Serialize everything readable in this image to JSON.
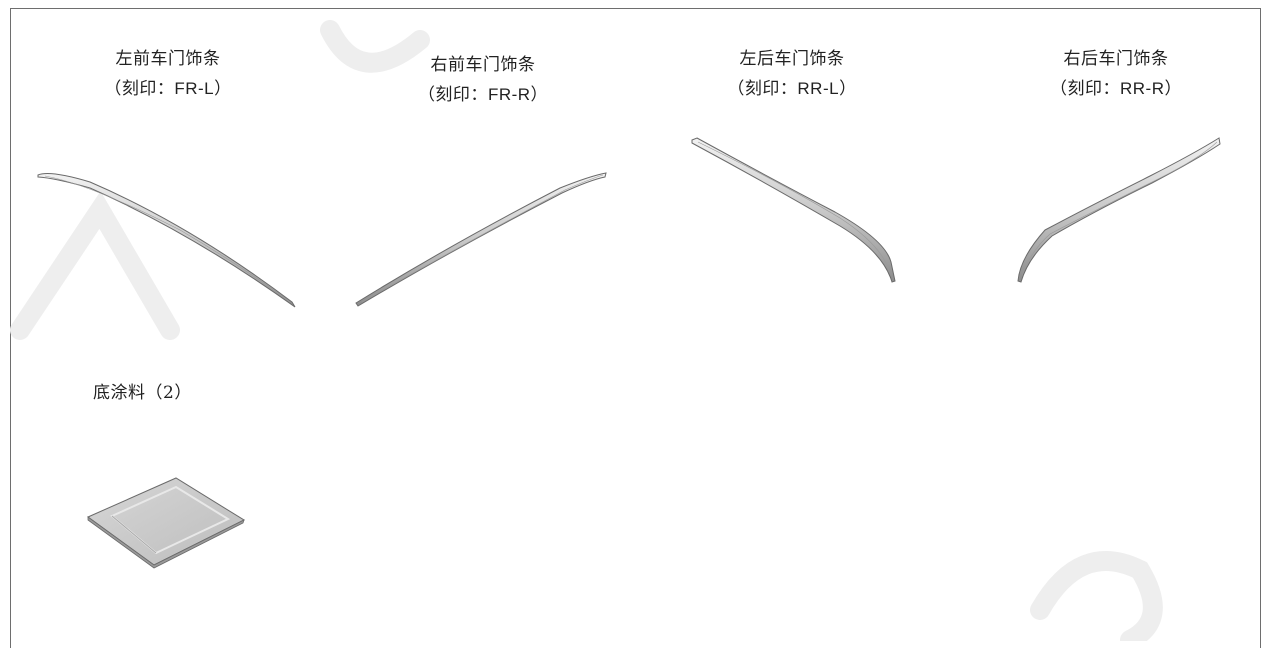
{
  "parts": [
    {
      "name": "左前车门饰条",
      "open": "（刻印：",
      "mark": "FR-L",
      "close": "）"
    },
    {
      "name": "右前车门饰条",
      "open": "（刻印：",
      "mark": "FR-R",
      "close": "）"
    },
    {
      "name": "左后车门饰条",
      "open": "（刻印：",
      "mark": "RR-L",
      "close": "）"
    },
    {
      "name": "右后车门饰条",
      "open": "（刻印：",
      "mark": "RR-R",
      "close": "）"
    }
  ],
  "primer": {
    "label": "底涂料（2）"
  },
  "watermark_text": "Access",
  "colors": {
    "frame": "#6e6e6e",
    "strip_fill": "#cfcfcf",
    "strip_edge": "#6a6a6a",
    "pad_fill": "#c8c8c8",
    "watermark": "#eeeeee"
  }
}
